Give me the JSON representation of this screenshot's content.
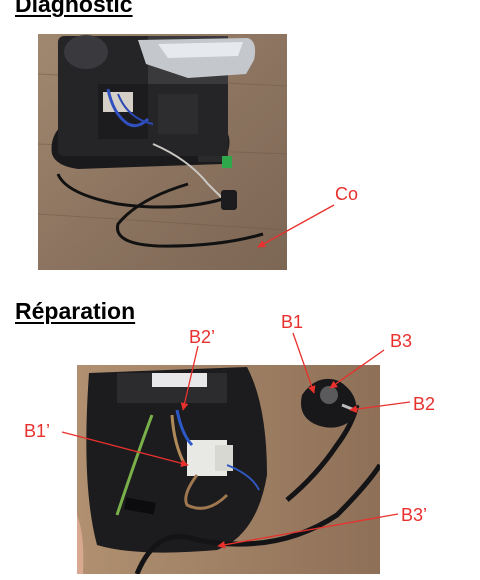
{
  "diagnostic": {
    "title": "Diagnostic"
  },
  "reparation": {
    "title": "Réparation"
  },
  "annotations": {
    "color": "#e8302c",
    "co": "Co",
    "b1": "B1",
    "b2prime": "B2’",
    "b3": "B3",
    "b2": "B2",
    "b1prime": "B1’",
    "b3prime": "B3’"
  }
}
